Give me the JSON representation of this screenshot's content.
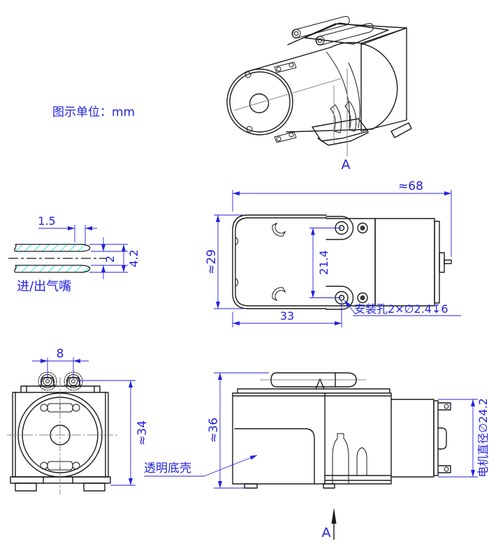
{
  "colors": {
    "dimension_blue": "#2222dd",
    "line_black": "#1a1a1a",
    "hatch_cyan": "#00dfdf",
    "centerline_gray": "#8a8a8a",
    "background": "#ffffff"
  },
  "unit_note": {
    "text": "图示单位：mm"
  },
  "isometric_view": {
    "section_label": "A"
  },
  "nozzle_detail": {
    "label": "进/出气嘴",
    "dim_tip_length": "1.5",
    "dim_bore_dia": "2",
    "dim_outer_dia": "4.2"
  },
  "top_view": {
    "dim_overall_length": "≈68",
    "dim_overall_width": "≈29",
    "dim_hole_spacing": "21.4",
    "dim_hole_offset": "33",
    "mounting_hole_note": "安装孔2×∅2.4↧6"
  },
  "front_view": {
    "dim_nozzle_spacing": "8",
    "dim_overall_height": "≈34"
  },
  "side_view": {
    "dim_overall_height": "≈36",
    "dim_motor_diameter": "电机直径∅24.2",
    "shell_label": "透明底壳",
    "section_label": "A"
  }
}
